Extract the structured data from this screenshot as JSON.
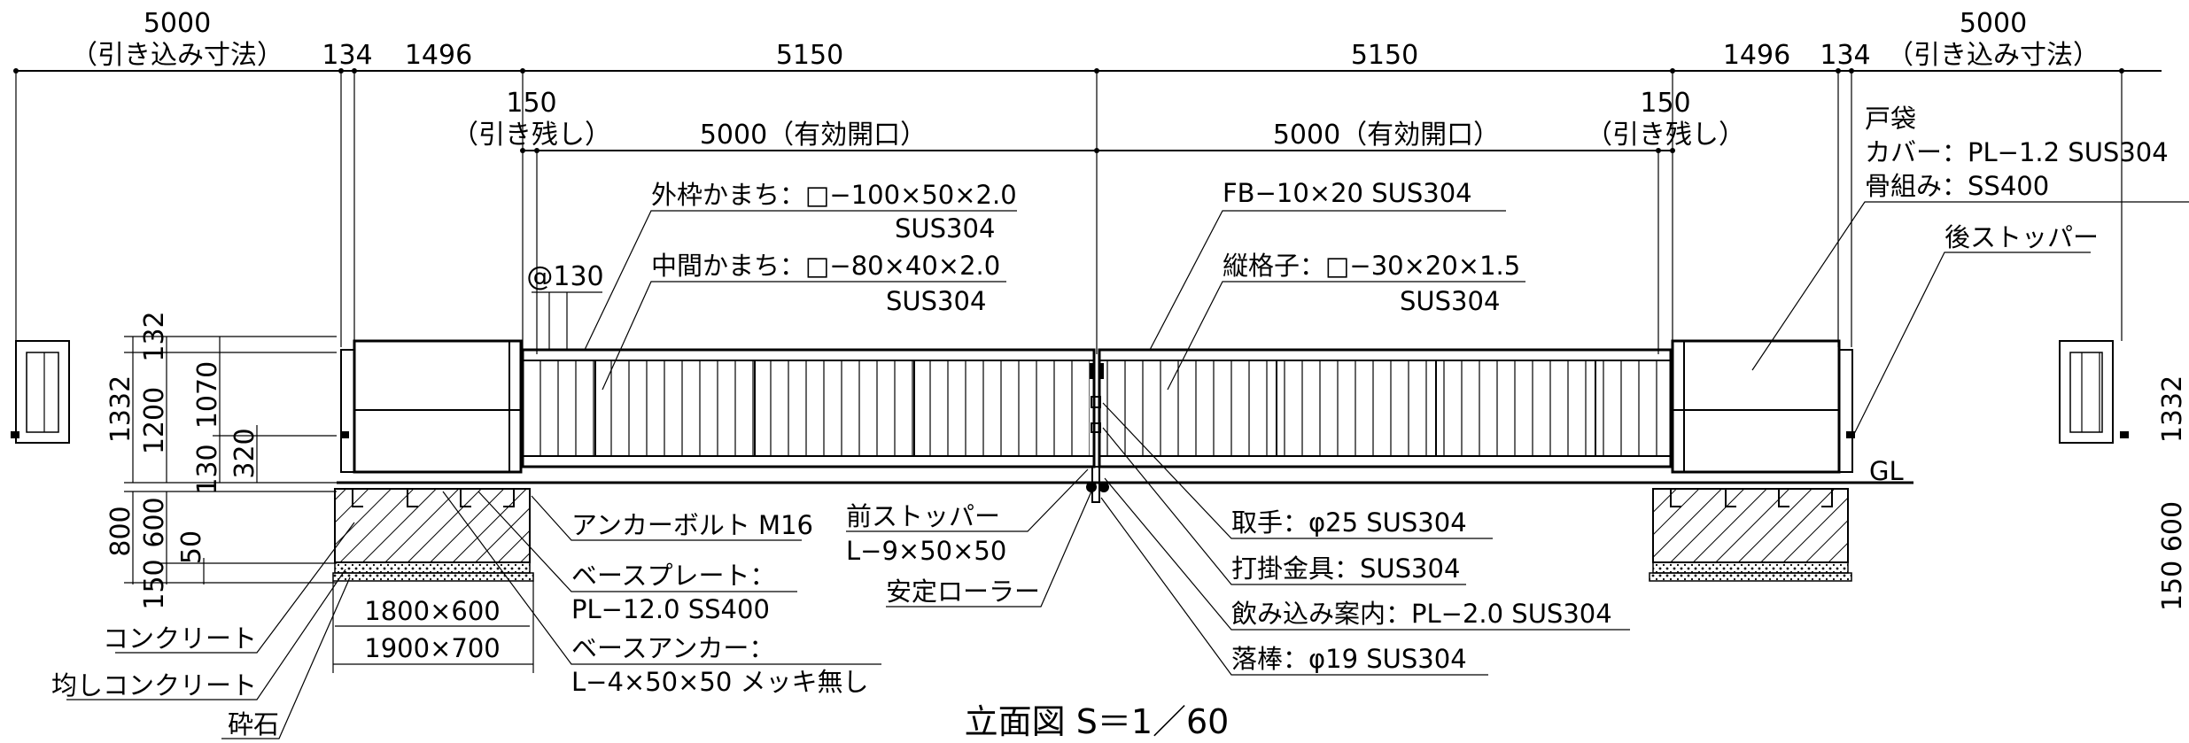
{
  "top_dims": {
    "l_5000": "5000",
    "l_hikikomi": "（引き込み寸法）",
    "l_134": "134",
    "l_1496": "1496",
    "c_5150_a": "5150",
    "c_5150_b": "5150",
    "r_1496": "1496",
    "r_134": "134",
    "r_hikikomi": "（引き込み寸法）",
    "r_5000": "5000"
  },
  "opening_dims": {
    "l_150": "150",
    "l_hikinokoshi": "（引き残し）",
    "l_5000": "5000（有効開口）",
    "r_5000": "5000（有効開口）",
    "r_150": "150",
    "r_hikinokoshi": "（引き残し）"
  },
  "pitch": "@130",
  "left_vertical_dims": {
    "d1332": "1332",
    "d132": "132",
    "d1200": "1200",
    "d1070": "1070",
    "d130": "130",
    "d320": "320",
    "d800": "800",
    "d600": "600",
    "d150": "150",
    "d50": "50"
  },
  "right_vertical_dims": {
    "d1332": "1332",
    "d150_600": "150 600"
  },
  "callouts": {
    "sotowaku_1": "外枠かまち：□−100×50×2.0",
    "sotowaku_2": "SUS304",
    "chukan_1": "中間かまち：□−80×40×2.0",
    "chukan_2": "SUS304",
    "fb": "FB−10×20 SUS304",
    "tate_1": "縦格子：□−30×20×1.5",
    "tate_2": "SUS304",
    "tobukuro": "戸袋",
    "cover": "カバー：PL−1.2 SUS304",
    "honegumi": "骨組み：SS400",
    "ato_stopper": "後ストッパー",
    "gl": "GL",
    "anchor_bolt": "アンカーボルト M16",
    "base_plate_1": "ベースプレート：",
    "base_plate_2": "PL−12.0 SS400",
    "base_anchor_1": "ベースアンカー：",
    "base_anchor_2": "L−4×50×50 メッキ無し",
    "found_1": "1800×600",
    "found_2": "1900×700",
    "concrete": "コンクリート",
    "narashi": "均しコンクリート",
    "saiseki": "砕石",
    "mae_stopper_1": "前ストッパー",
    "mae_stopper_2": "L−9×50×50",
    "antei_roller": "安定ローラー",
    "totte": "取手：φ25 SUS304",
    "uchikake": "打掛金具：SUS304",
    "nomikomi": "飲み込み案内：PL−2.0  SUS304",
    "otoshi": "落棒：φ19 SUS304"
  },
  "title": "立面図 S＝1／60"
}
